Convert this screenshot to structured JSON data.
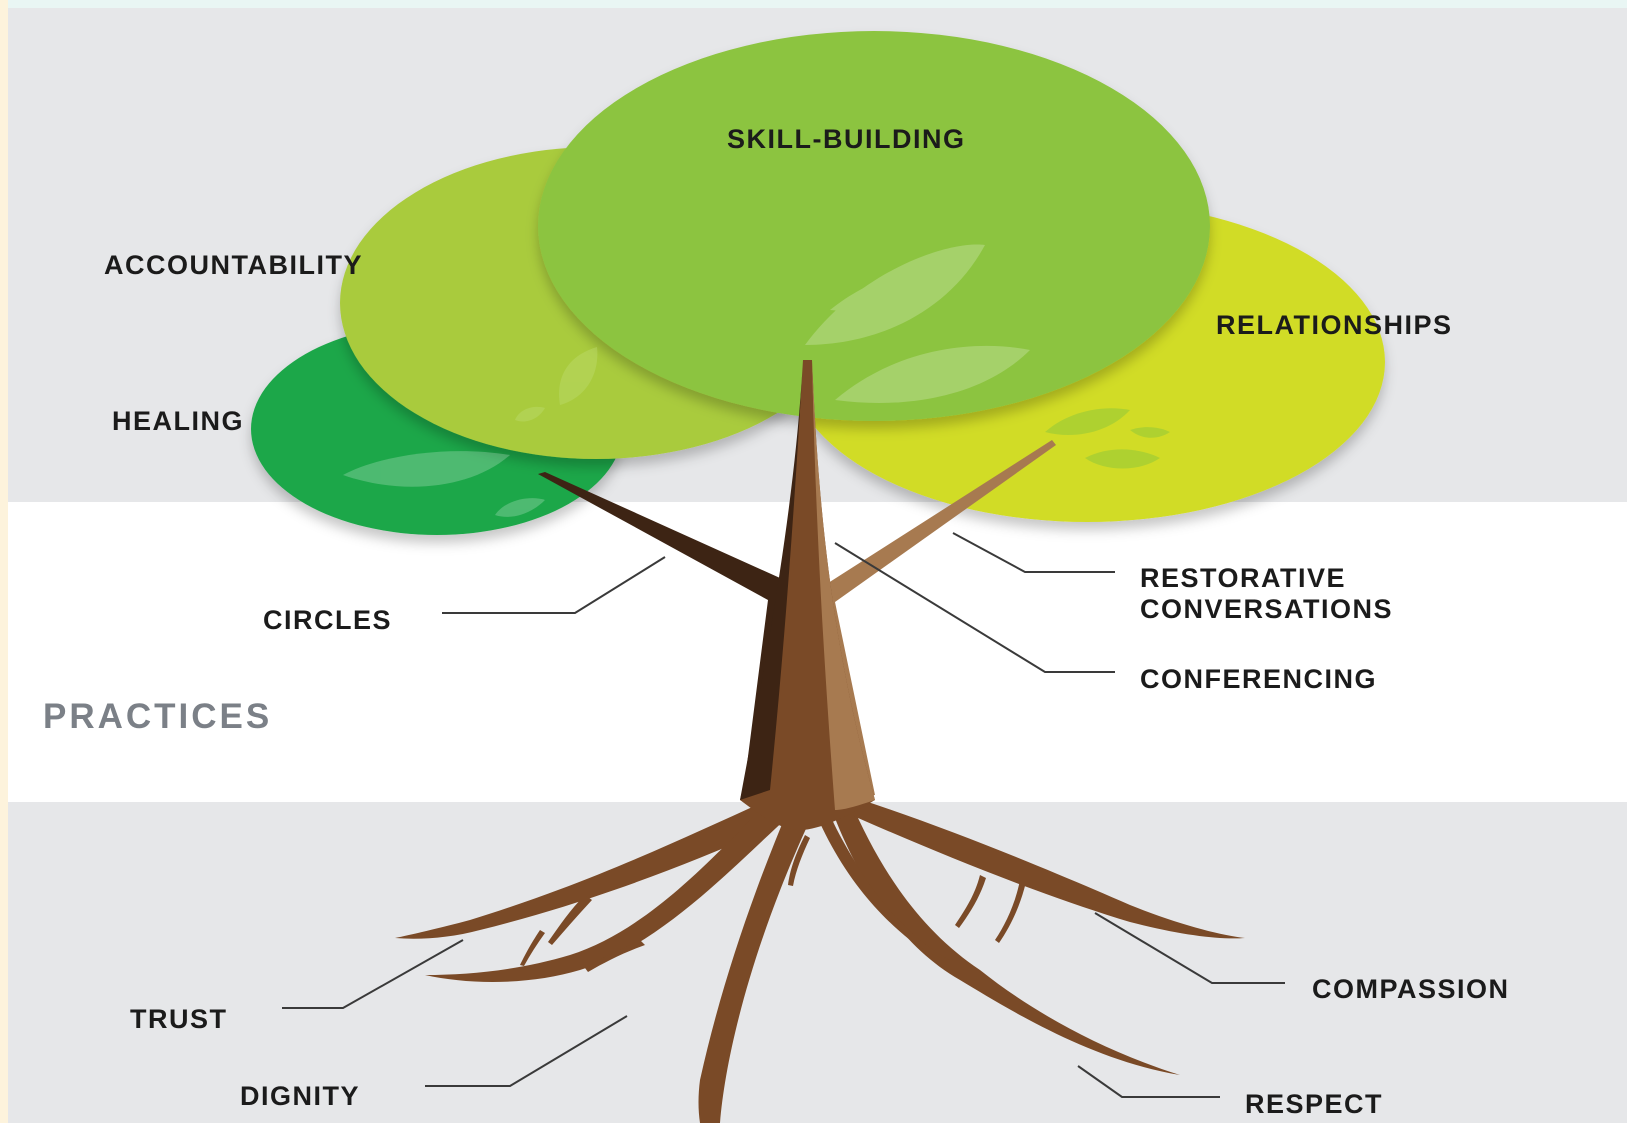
{
  "diagram": {
    "colors": {
      "background_band": "#e6e7e9",
      "middle_band": "#ffffff",
      "skill_building": "#8cc441",
      "accountability": "#a9cb3c",
      "relationships": "#d1dc28",
      "healing": "#1ea74a",
      "trunk": "#7a4a27",
      "branch_dark": "#3d2414",
      "branch_light": "#a77a50",
      "section_label": "#7b8087",
      "leader_line": "#3a3a3a"
    },
    "section_label": "PRACTICES",
    "canopy": {
      "skill_building": "SKILL-BUILDING",
      "accountability": "ACCOUNTABILITY",
      "relationships": "RELATIONSHIPS",
      "healing": "HEALING"
    },
    "practices": {
      "circles": "CIRCLES",
      "restorative_conversations_line1": "RESTORATIVE",
      "restorative_conversations_line2": "CONVERSATIONS",
      "conferencing": "CONFERENCING"
    },
    "roots": {
      "trust": "TRUST",
      "dignity": "DIGNITY",
      "compassion": "COMPASSION",
      "respect": "RESPECT"
    }
  }
}
